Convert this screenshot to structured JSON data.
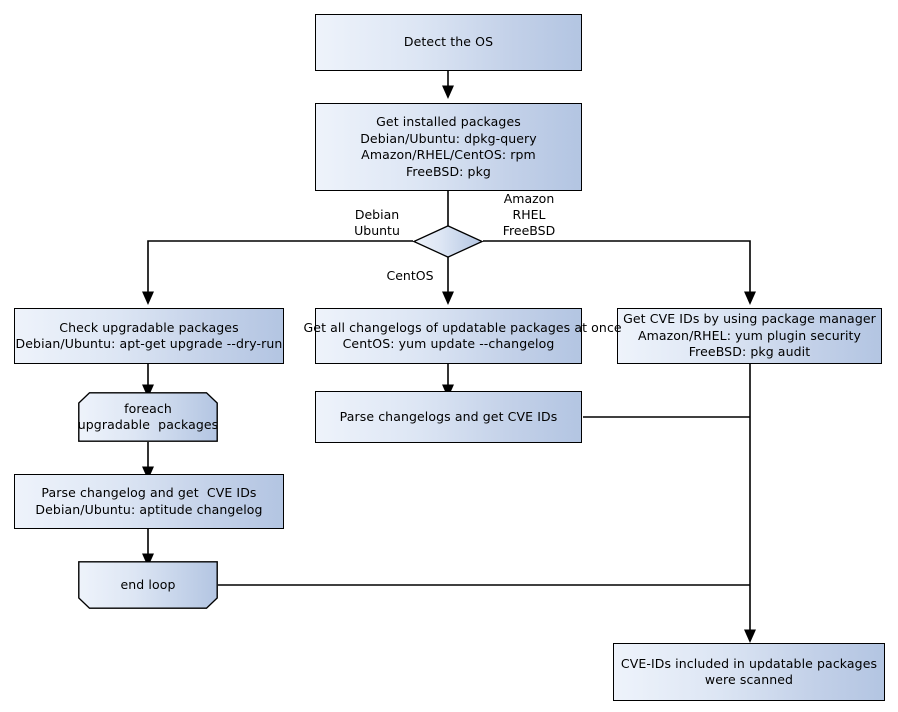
{
  "diagram": {
    "title": "Vuls scan flow",
    "colors": {
      "node_fill_light": "#eef3fb",
      "node_fill_dark": "#b3c5e2",
      "node_stroke": "#000000",
      "edge_stroke": "#000000",
      "background": "#ffffff"
    },
    "nodes": [
      {
        "id": "detect-os",
        "shape": "rect",
        "label": "Detect the OS"
      },
      {
        "id": "get-installed-packages",
        "shape": "rect",
        "label": "Get installed packages\nDebian/Ubuntu: dpkg-query\nAmazon/RHEL/CentOS: rpm\nFreeBSD: pkg"
      },
      {
        "id": "os-decision",
        "shape": "diamond",
        "label": ""
      },
      {
        "id": "check-upgradable-packages",
        "shape": "rect",
        "label": "Check upgradable packages\nDebian/Ubuntu: apt-get upgrade --dry-run"
      },
      {
        "id": "get-all-changelogs",
        "shape": "rect",
        "label": "Get all changelogs of updatable packages at once\nCentOS: yum update --changelog"
      },
      {
        "id": "get-cve-ids-pkgmanager",
        "shape": "rect",
        "label": "Get CVE IDs by using package manager\nAmazon/RHEL: yum plugin security\nFreeBSD: pkg audit"
      },
      {
        "id": "foreach-loop",
        "shape": "loop-start",
        "label": "foreach\nupgradable  packages"
      },
      {
        "id": "parse-changelogs-cve",
        "shape": "rect",
        "label": "Parse changelogs and get CVE IDs"
      },
      {
        "id": "parse-changelog-cve",
        "shape": "rect",
        "label": "Parse changelog and get  CVE IDs\nDebian/Ubuntu: aptitude changelog"
      },
      {
        "id": "end-loop",
        "shape": "loop-end",
        "label": "end loop"
      },
      {
        "id": "scan-complete",
        "shape": "rect",
        "label": "CVE-IDs included in updatable packages\nwere scanned"
      }
    ],
    "edge_labels": [
      {
        "id": "branch-debian-ubuntu",
        "label": "Debian\nUbuntu"
      },
      {
        "id": "branch-amazon-rhel-freebsd",
        "label": "Amazon\nRHEL\nFreeBSD"
      },
      {
        "id": "branch-centos",
        "label": "CentOS"
      }
    ]
  }
}
